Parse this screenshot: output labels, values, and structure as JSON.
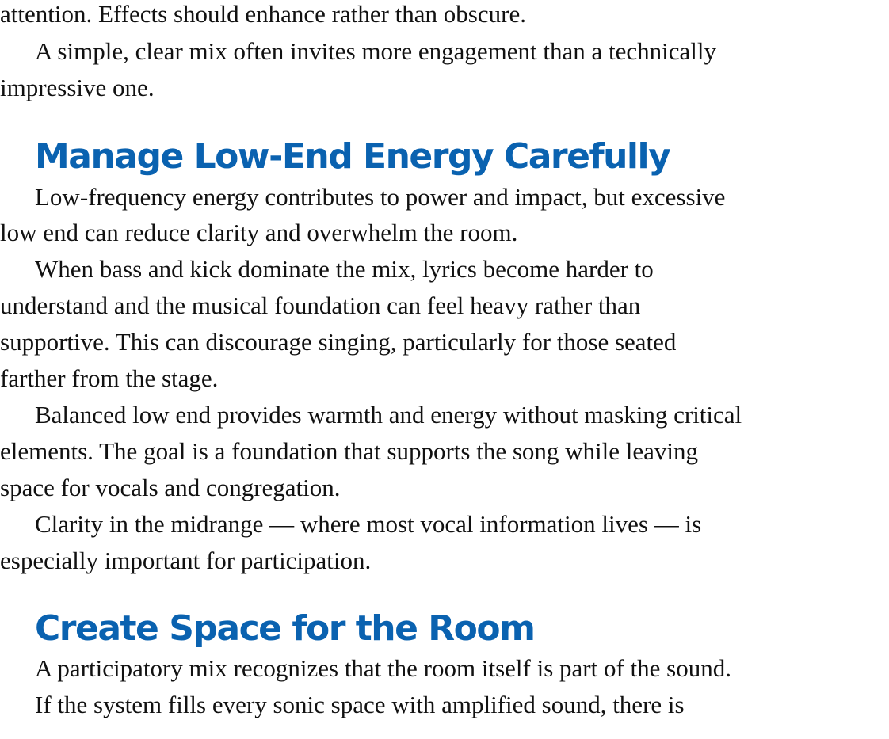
{
  "intro": {
    "lines": [
      "attention. Effects should enhance rather than obscure.",
      "A simple, clear mix often invites more engagement than a technically",
      "impressive one."
    ]
  },
  "section1": {
    "heading": "Manage Low-End Energy Carefully",
    "lines": [
      "Low-frequency energy contributes to power and impact, but excessive",
      "low end can reduce clarity and overwhelm the room.",
      "When bass and kick dominate the mix, lyrics become harder to",
      "understand and the musical foundation can feel heavy rather than",
      "supportive. This can discourage singing, particularly for those seated",
      "farther from the stage.",
      "Balanced low end provides warmth and energy without masking critical",
      "elements. The goal is a foundation that supports the song while leaving",
      "space for vocals and congregation.",
      "Clarity in the midrange — where most vocal information lives — is",
      "especially important for participation."
    ]
  },
  "section2": {
    "heading": "Create Space for the Room",
    "lines": [
      "A participatory mix recognizes that the room itself is part of the sound.",
      "If the system fills every sonic space with amplified sound, there is"
    ]
  }
}
